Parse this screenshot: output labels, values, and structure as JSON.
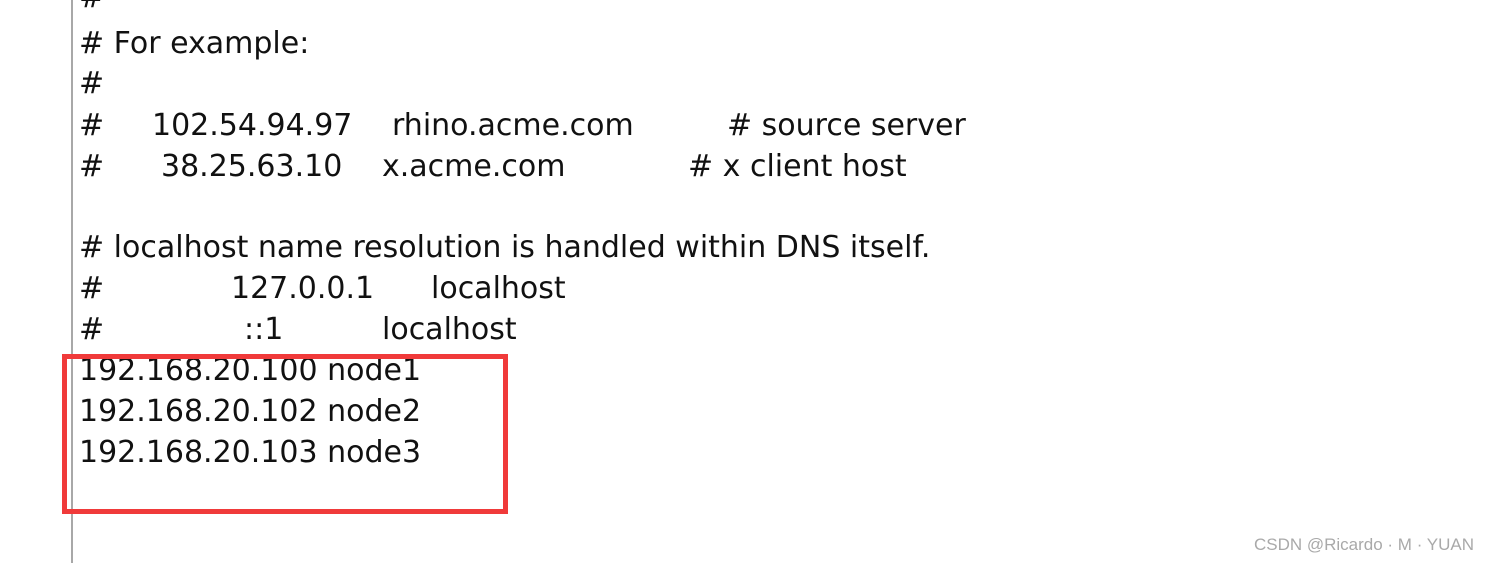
{
  "hosts_file": {
    "lines": [
      {
        "col1": "#"
      },
      {
        "col1": "# For example:"
      },
      {
        "col1": "#"
      },
      {
        "col1": "#",
        "ip": "102.54.94.97",
        "host": "rhino.acme.com",
        "comment": "# source server"
      },
      {
        "col1": "#",
        "ip": "38.25.63.10",
        "host": "x.acme.com",
        "comment": "# x client host"
      },
      {
        "col1": "# localhost name resolution is handled within DNS itself."
      },
      {
        "col1": "#",
        "ip": "127.0.0.1",
        "host": "localhost"
      },
      {
        "col1": "#",
        "ip": "::1",
        "host": "localhost"
      },
      {
        "col1": "192.168.20.100 node1"
      },
      {
        "col1": "192.168.20.102 node2"
      },
      {
        "col1": "192.168.20.103 node3"
      }
    ]
  },
  "highlight": {
    "color": "#f03a3a"
  },
  "watermark": {
    "text": "CSDN @Ricardo · M · YUAN"
  }
}
